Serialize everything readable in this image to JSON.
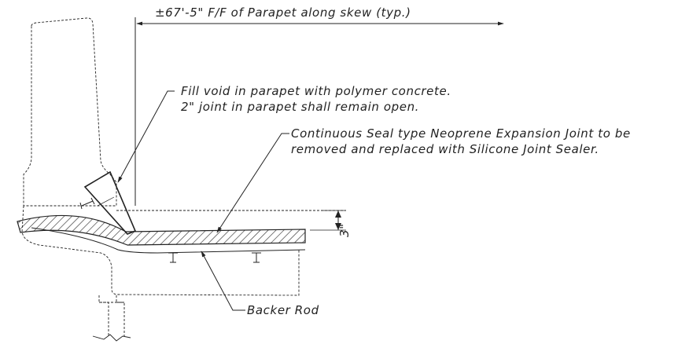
{
  "annotations": {
    "dimension_top": "±67'-5\" F/F of Parapet along skew (typ.)",
    "fill_void_line1": "Fill void in parapet with polymer concrete.",
    "fill_void_line2": "2\" joint in parapet shall remain open.",
    "seal_line1": "Continuous Seal type Neoprene Expansion Joint to be",
    "seal_line2": "removed and replaced with Silicone Joint Sealer.",
    "dimension_right": "3\"",
    "backer_rod": "Backer Rod"
  },
  "colors": {
    "line": "#222222",
    "hatch_fill": "#cfcfcf",
    "background": "#ffffff"
  }
}
